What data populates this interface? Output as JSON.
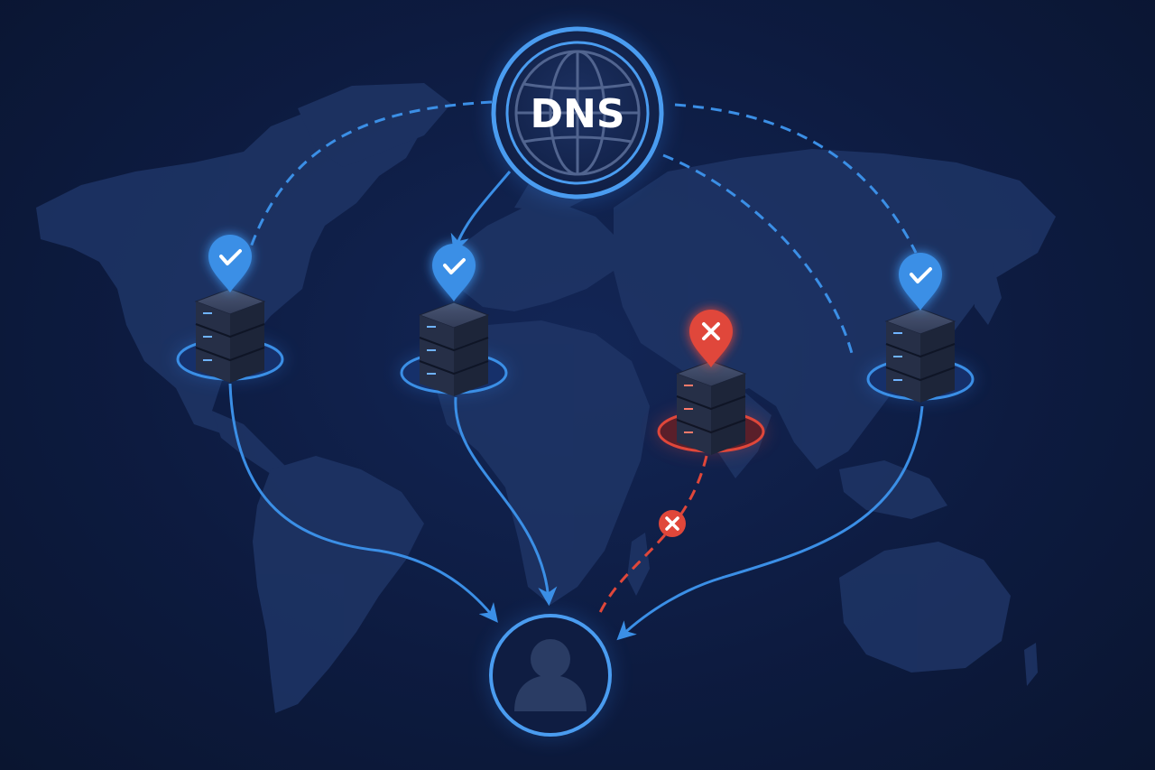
{
  "diagram": {
    "dns_label": "DNS",
    "colors": {
      "background": "#0d1b40",
      "landmass": "#1f3566",
      "healthy": "#3b8fe6",
      "healthy_glow": "#2d7be0",
      "failed": "#e0473a",
      "server_body": "#2b3550",
      "client_fill": "#2a3c64"
    },
    "nodes": [
      {
        "name": "dns-resolver",
        "icon": "globe-icon"
      },
      {
        "name": "server-north-america",
        "status": "healthy",
        "icon": "check-icon"
      },
      {
        "name": "server-europe",
        "status": "healthy",
        "icon": "check-icon"
      },
      {
        "name": "server-asia-south",
        "status": "failed",
        "icon": "cross-icon"
      },
      {
        "name": "server-asia-east",
        "status": "healthy",
        "icon": "check-icon"
      },
      {
        "name": "client-user",
        "icon": "user-icon"
      }
    ]
  }
}
